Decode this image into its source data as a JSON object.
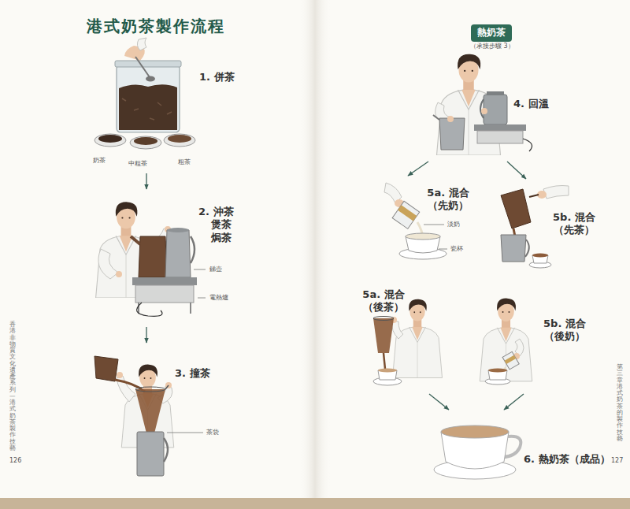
{
  "diagram": {
    "title": "港式奶茶製作流程",
    "nodes": [
      {
        "text": [
          "1. 併茶"
        ]
      },
      {
        "text": [
          "2. 沖茶 煲茶 焗茶"
        ]
      },
      {
        "text": [
          "3. 撞茶"
        ]
      },
      {
        "text": [
          "熱奶茶"
        ]
      },
      {
        "text": [
          "4. 回溫"
        ]
      },
      {
        "text": [
          "5a. 混合 （先奶）"
        ]
      },
      {
        "text": [
          "5b. 混合 （先茶）"
        ]
      },
      {
        "text": [
          "5a. 混合 （後茶）"
        ]
      },
      {
        "text": [
          "5b. 混合 （後奶）"
        ]
      },
      {
        "text": [
          "6. 熱奶茶（成品）"
        ]
      }
    ],
    "edges": [
      {
        "from": 0,
        "to": 1,
        "arrow": "to"
      },
      {
        "from": 1,
        "to": 2,
        "arrow": "to"
      },
      {
        "from": 4,
        "to": 5,
        "arrow": "to"
      },
      {
        "from": 4,
        "to": 6,
        "arrow": "to"
      },
      {
        "from": 7,
        "to": 9,
        "arrow": "to"
      },
      {
        "from": 8,
        "to": 9,
        "arrow": "to"
      }
    ],
    "labels": [
      "奶茶",
      "中粗茶",
      "粗茶",
      "銻壺",
      "電熱爐",
      "茶袋",
      "（承接步驟 3）",
      "淡奶",
      "瓷杯",
      "香港非物質文化遺產系列—港式奶茶製作技藝",
      "126",
      "第三章 港式奶茶的製作技藝",
      "127"
    ]
  }
}
